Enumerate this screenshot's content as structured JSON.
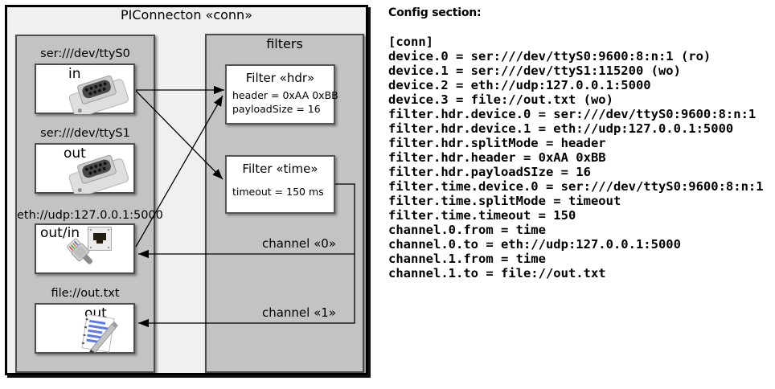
{
  "diagram": {
    "title": "PIConnecton «conn»",
    "filters_title": "filters",
    "devices": [
      {
        "label": "ser:///dev/ttyS0",
        "port": "in"
      },
      {
        "label": "ser:///dev/ttyS1",
        "port": "out"
      },
      {
        "label": "eth://udp:127.0.0.1:5000",
        "port": "out/in"
      },
      {
        "label": "file://out.txt",
        "port": "out"
      }
    ],
    "filters": [
      {
        "title": "Filter «hdr»",
        "attrs": [
          "header = 0xAA 0xBB",
          "payloadSize = 16"
        ]
      },
      {
        "title": "Filter «time»",
        "attrs": [
          "timeout = 150 ms"
        ]
      }
    ],
    "channels": [
      "channel «0»",
      "channel «1»"
    ]
  },
  "config": {
    "heading": "Config section:",
    "lines": [
      "[conn]",
      "device.0 = ser:///dev/ttyS0:9600:8:n:1 (ro)",
      "device.1 = ser:///dev/ttyS1:115200 (wo)",
      "device.2 = eth://udp:127.0.0.1:5000",
      "device.3 = file://out.txt (wo)",
      "filter.hdr.device.0 = ser:///dev/ttyS0:9600:8:n:1",
      "filter.hdr.device.1 = eth://udp:127.0.0.1:5000",
      "filter.hdr.splitMode = header",
      "filter.hdr.header = 0xAA 0xBB",
      "filter.hdr.payloadSIze = 16",
      "filter.time.device.0 = ser:///dev/ttyS0:9600:8:n:1",
      "filter.time.splitMode = timeout",
      "filter.time.timeout = 150",
      "channel.0.from = time",
      "channel.0.to = eth://udp:127.0.0.1:5000",
      "channel.1.from = time",
      "channel.1.to = file://out.txt"
    ]
  }
}
